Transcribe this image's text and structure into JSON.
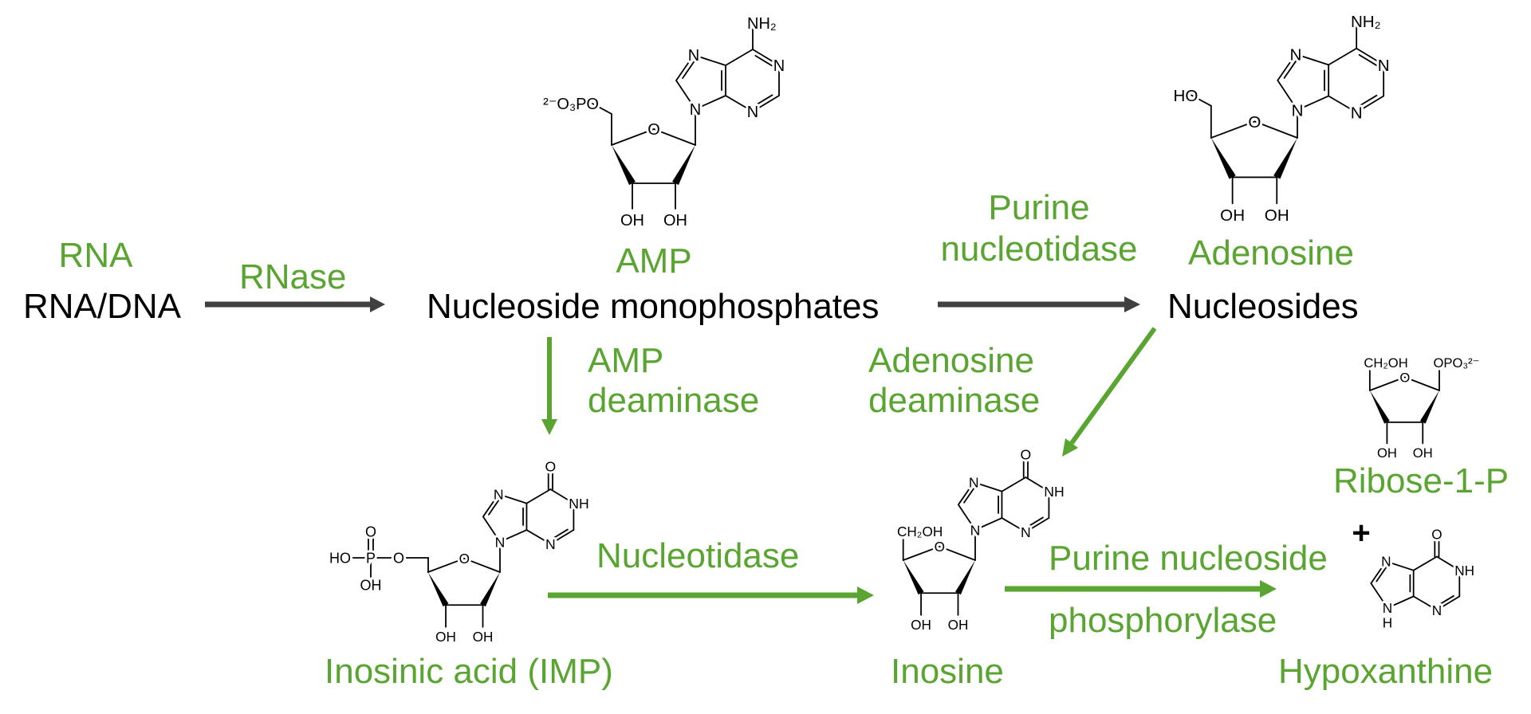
{
  "colors": {
    "accent": "#5aa532",
    "text": "#000000",
    "arrow_dark": "#404040",
    "arrow_green": "#5aa532"
  },
  "labels": {
    "rna": "RNA",
    "rna_dna": "RNA/DNA",
    "rnase": "RNase",
    "amp": "AMP",
    "nucleoside_monophosphates": "Nucleoside monophosphates",
    "purine_nucleotidase": [
      "Purine",
      "nucleotidase"
    ],
    "adenosine": "Adenosine",
    "nucleosides": "Nucleosides",
    "amp_deaminase": [
      "AMP",
      "deaminase"
    ],
    "adenosine_deaminase": [
      "Adenosine",
      "deaminase"
    ],
    "nucleotidase": "Nucleotidase",
    "purine_nucleoside_phosphorylase": [
      "Purine nucleoside",
      "phosphorylase"
    ],
    "inosinic_acid": "Inosinic acid (IMP)",
    "inosine": "Inosine",
    "ribose_1_p": "Ribose-1-P",
    "plus": "+",
    "hypoxanthine": "Hypoxanthine"
  },
  "atoms": {
    "N": "N",
    "NH": "NH",
    "NH2": "NH₂",
    "O": "O",
    "OH": "OH",
    "HO": "HO",
    "H": "H",
    "P": "P",
    "CH2OH": "CH₂OH",
    "amp_phosphate": "²⁻O₃PO",
    "ribose_phosphate": "OPO₃²⁻"
  },
  "structures": [
    {
      "id": "amp",
      "base": "adenine",
      "sugar_5": "phosphate"
    },
    {
      "id": "adenosine",
      "base": "adenine",
      "sugar_5": "hydroxyl"
    },
    {
      "id": "imp",
      "base": "hypoxanthine",
      "sugar_5": "phosphoric-acid"
    },
    {
      "id": "inosine",
      "base": "hypoxanthine",
      "sugar_5": "ch2oh"
    },
    {
      "id": "ribose-1-phosphate",
      "base": "none",
      "sugar_5": "ch2oh"
    },
    {
      "id": "hypoxanthine",
      "base": "hypoxanthine-free",
      "sugar_5": "none"
    }
  ]
}
